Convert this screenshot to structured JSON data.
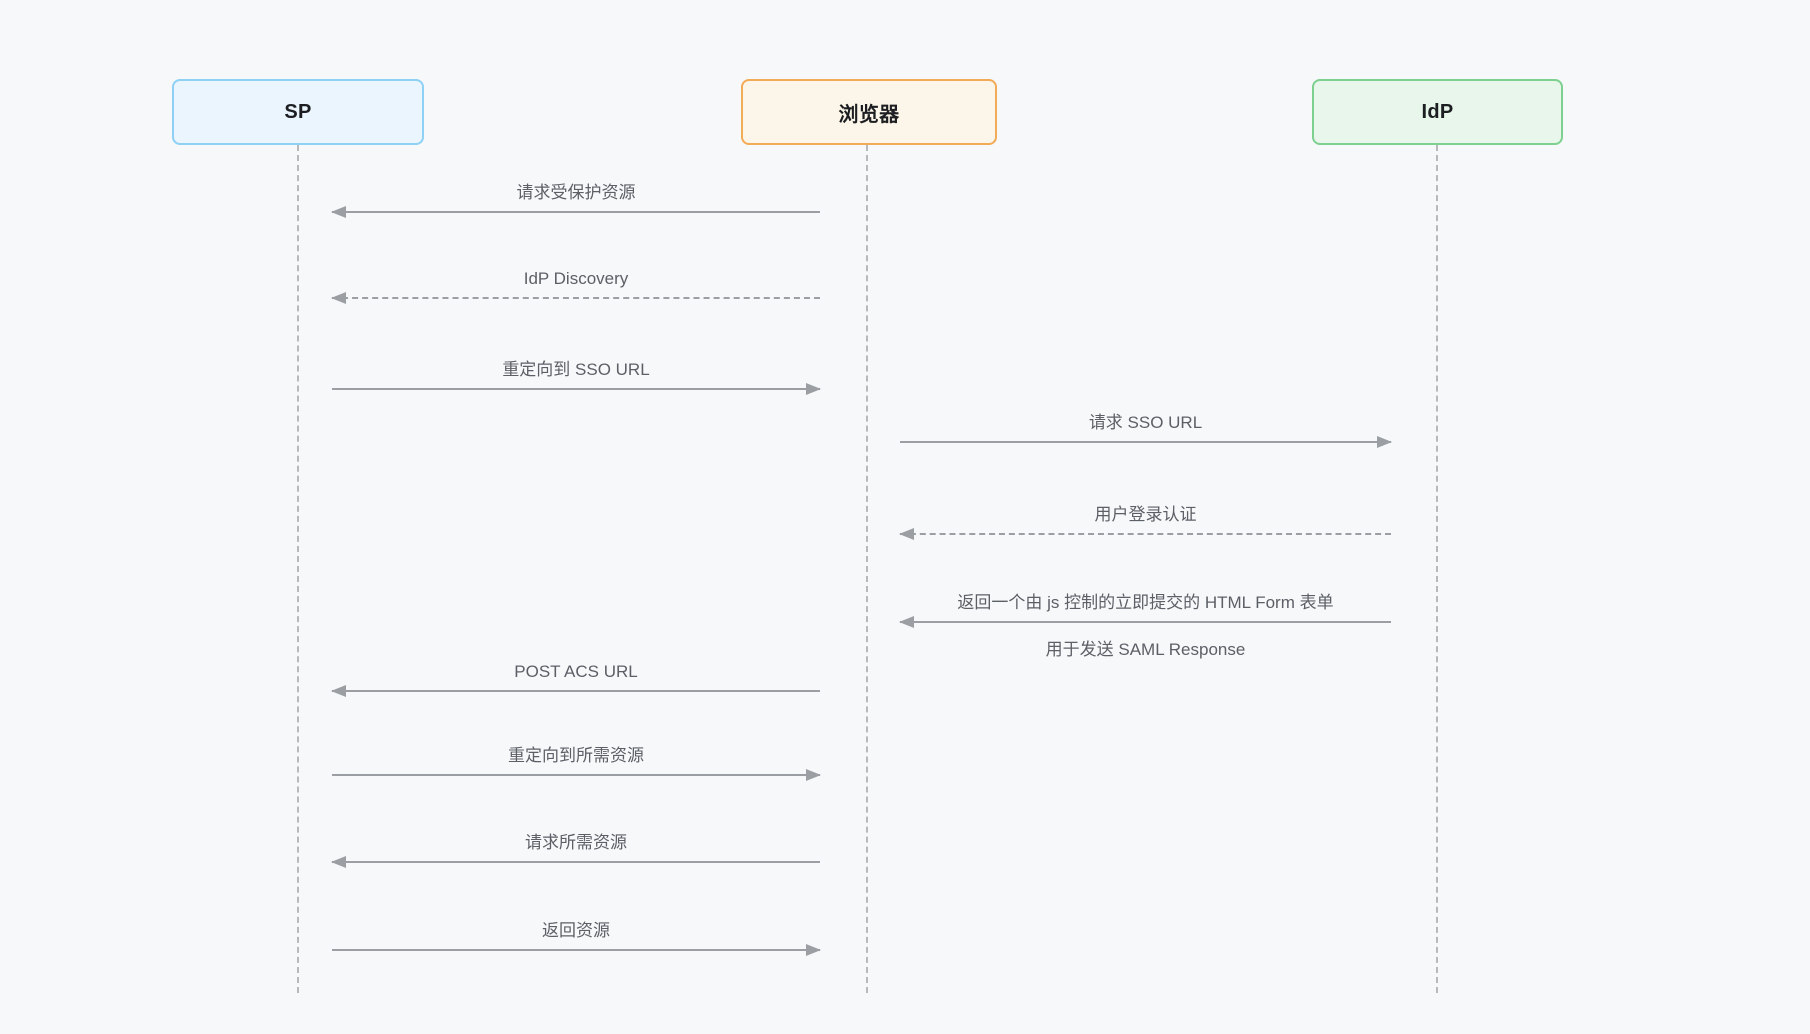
{
  "actors": [
    {
      "id": "sp",
      "label": "SP"
    },
    {
      "id": "browser",
      "label": "浏览器"
    },
    {
      "id": "idp",
      "label": "IdP"
    }
  ],
  "messages": [
    {
      "label": "请求受保护资源",
      "from": "浏览器",
      "to": "SP",
      "direction": "left",
      "line": "solid"
    },
    {
      "label": "IdP Discovery",
      "from": "浏览器",
      "to": "SP",
      "direction": "left",
      "line": "dashed"
    },
    {
      "label": "重定向到 SSO URL",
      "from": "SP",
      "to": "浏览器",
      "direction": "right",
      "line": "solid"
    },
    {
      "label": "请求 SSO URL",
      "from": "浏览器",
      "to": "IdP",
      "direction": "right",
      "line": "solid"
    },
    {
      "label": "用户登录认证",
      "from": "IdP",
      "to": "浏览器",
      "direction": "left",
      "line": "dashed"
    },
    {
      "label": "返回一个由 js 控制的立即提交的 HTML Form 表单",
      "sublabel": "用于发送 SAML Response",
      "from": "IdP",
      "to": "浏览器",
      "direction": "left",
      "line": "solid"
    },
    {
      "label": "POST ACS URL",
      "from": "浏览器",
      "to": "SP",
      "direction": "left",
      "line": "solid"
    },
    {
      "label": "重定向到所需资源",
      "from": "SP",
      "to": "浏览器",
      "direction": "right",
      "line": "solid"
    },
    {
      "label": "请求所需资源",
      "from": "浏览器",
      "to": "SP",
      "direction": "left",
      "line": "solid"
    },
    {
      "label": "返回资源",
      "from": "SP",
      "to": "浏览器",
      "direction": "right",
      "line": "solid"
    }
  ],
  "colors": {
    "background": "#f6f8fa",
    "sp_box_fill": "#eaf5fd",
    "sp_box_border": "#8ed1f5",
    "browser_box_fill": "#fcf5e9",
    "browser_box_border": "#f2ab57",
    "idp_box_fill": "#e9f6ec",
    "idp_box_border": "#7ed08f",
    "arrow": "#9b9fa3",
    "lifeline": "#b7babd",
    "label_text": "#5c6066",
    "actor_text": "#1c1e21"
  }
}
